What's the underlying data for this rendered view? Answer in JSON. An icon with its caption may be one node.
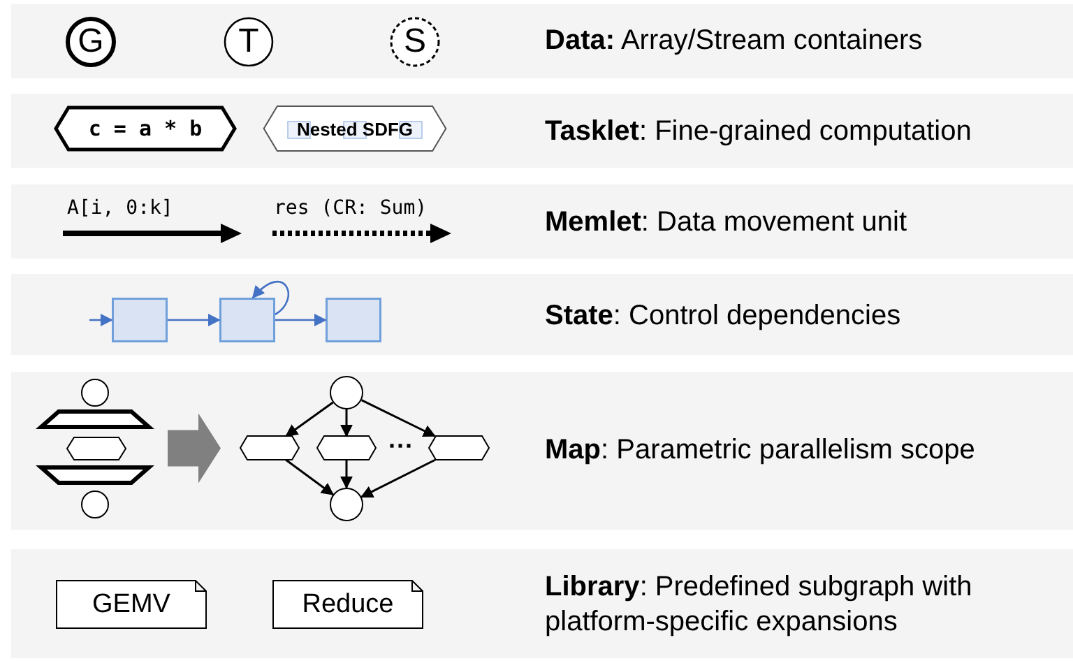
{
  "diagram": {
    "nodes": [
      {
        "text": [
          "G"
        ]
      },
      {
        "text": [
          "T"
        ]
      },
      {
        "text": [
          "S"
        ]
      },
      {
        "text": [
          "c = a * b"
        ]
      },
      {
        "text": [
          "Nested SDFG"
        ]
      },
      {
        "text": [],
        "shape": "box"
      },
      {
        "text": [],
        "shape": "box"
      },
      {
        "text": [],
        "shape": "box"
      },
      {
        "text": [],
        "shape": "circle"
      },
      {
        "text": [],
        "shape": "trapezoid"
      },
      {
        "text": [],
        "shape": "octagon"
      },
      {
        "text": [],
        "shape": "trapezoid"
      },
      {
        "text": [],
        "shape": "circle"
      },
      {
        "text": [],
        "shape": "circle"
      },
      {
        "text": [],
        "shape": "octagon"
      },
      {
        "text": [],
        "shape": "octagon"
      },
      {
        "text": [],
        "shape": "octagon"
      },
      {
        "text": [],
        "shape": "circle"
      },
      {
        "text": [
          "GEMV"
        ]
      },
      {
        "text": [
          "Reduce"
        ]
      }
    ],
    "edges": [
      {
        "from": null,
        "to": 5,
        "arrow": "to",
        "color": "#4472c4"
      },
      {
        "from": 5,
        "to": 6,
        "arrow": "to",
        "color": "#4472c4"
      },
      {
        "from": 6,
        "to": 6,
        "arrow": "to",
        "color": "#4472c4"
      },
      {
        "from": 6,
        "to": 7,
        "arrow": "to",
        "color": "#4472c4"
      },
      {
        "from": 10,
        "to": 14,
        "arrow": "to",
        "style": "thick",
        "color": "#808080"
      },
      {
        "from": 13,
        "to": 14,
        "arrow": "to"
      },
      {
        "from": 13,
        "to": 15,
        "arrow": "to"
      },
      {
        "from": 13,
        "to": 16,
        "arrow": "to"
      },
      {
        "from": 14,
        "to": 17,
        "arrow": "to"
      },
      {
        "from": 15,
        "to": 17,
        "arrow": "to"
      },
      {
        "from": 16,
        "to": 17,
        "arrow": "to"
      }
    ],
    "labels": [
      "**Data:** Array/Stream containers",
      "**Tasklet**: Fine-grained computation",
      "A[i, 0:k]",
      "res (CR: Sum)",
      "**Memlet**: Data movement unit",
      "**State**: Control dependencies",
      "···",
      "**Map**: Parametric parallelism scope",
      "**Library**: Predefined subgraph with platform-specific expansions"
    ]
  }
}
